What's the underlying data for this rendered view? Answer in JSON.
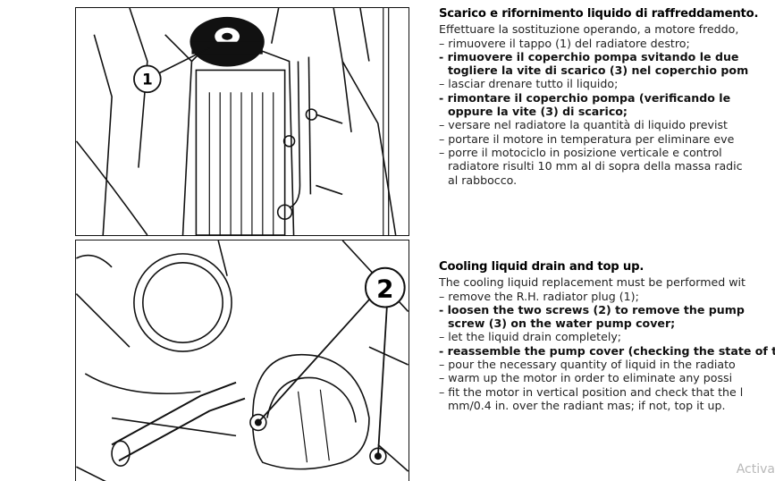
{
  "figures": {
    "fig1": {
      "callout": "1"
    },
    "fig2": {
      "callout": "2"
    }
  },
  "italian": {
    "heading": "Scarico e rifornimento liquido di raffreddamento.",
    "lines": [
      "Effettuare la sostituzione  operando, a motore freddo,",
      "– rimuovere il tappo (1) del radiatore destro;",
      "- rimuovere il coperchio pompa svitando le due",
      "  togliere la vite di scarico (3) nel coperchio pom",
      "– lasciar drenare tutto il liquido;",
      "- rimontare il coperchio pompa (verificando le",
      "  oppure la vite (3) di scarico;",
      "– versare nel radiatore la quantità di liquido previst",
      "– portare il motore in temperatura per eliminare eve",
      "– porre il motociclo in posizione verticale e control",
      "  radiatore risulti 10 mm al di sopra della massa radic",
      "  al rabbocco."
    ]
  },
  "english": {
    "heading": "Cooling liquid drain and top up.",
    "lines": [
      "The cooling liquid replacement  must be performed  wit",
      "– remove the R.H. radiator plug (1);",
      "- loosen the two screws (2) to remove the pump",
      "  screw (3) on the water pump cover;",
      "– let the liquid drain completely;",
      "- reassemble the pump cover (checking the state of th",
      "– pour the necessary quantity of liquid in the radiato",
      "– warm up the motor in order to eliminate any possi",
      "– fit the motor in vertical position and check that the l",
      "  mm/0.4 in. over the radiant mas; if not, top it up."
    ]
  },
  "watermark": "Activa",
  "colors": {
    "ink": "#111111",
    "watermark": "#b8b8b8"
  }
}
